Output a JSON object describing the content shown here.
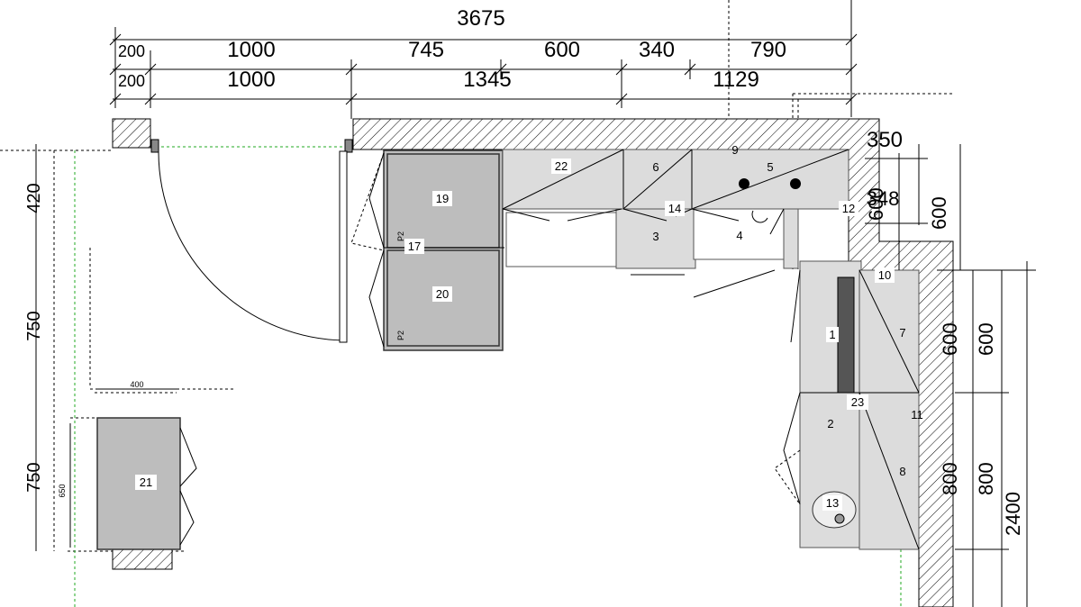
{
  "dims_top": {
    "total": "3675",
    "row1": [
      "200",
      "1000",
      "745",
      "600",
      "340",
      "790"
    ],
    "row2": [
      "200",
      "1000",
      "1345",
      "1129"
    ]
  },
  "dims_right": {
    "d350": "350",
    "d348": "348",
    "d600a": "600",
    "d600b": "600",
    "d600c": "600",
    "d600d": "600",
    "d800a": "800",
    "d800b": "800",
    "d2400": "2400"
  },
  "dims_left": {
    "d400": "400",
    "d650": "650",
    "vert1": "420",
    "vert2": "750",
    "vert3": "750"
  },
  "p_labels": {
    "p2_top": "P2",
    "p2_bot": "P2"
  },
  "cabinets": {
    "c1": "1",
    "c2": "2",
    "c3": "3",
    "c4": "4",
    "c5": "5",
    "c6": "6",
    "c7": "7",
    "c8": "8",
    "c9": "9",
    "c10": "10",
    "c11": "11",
    "c12": "12",
    "c13": "13",
    "c14": "14",
    "c17": "17",
    "c19": "19",
    "c20": "20",
    "c21": "21",
    "c22": "22",
    "c23": "23"
  }
}
